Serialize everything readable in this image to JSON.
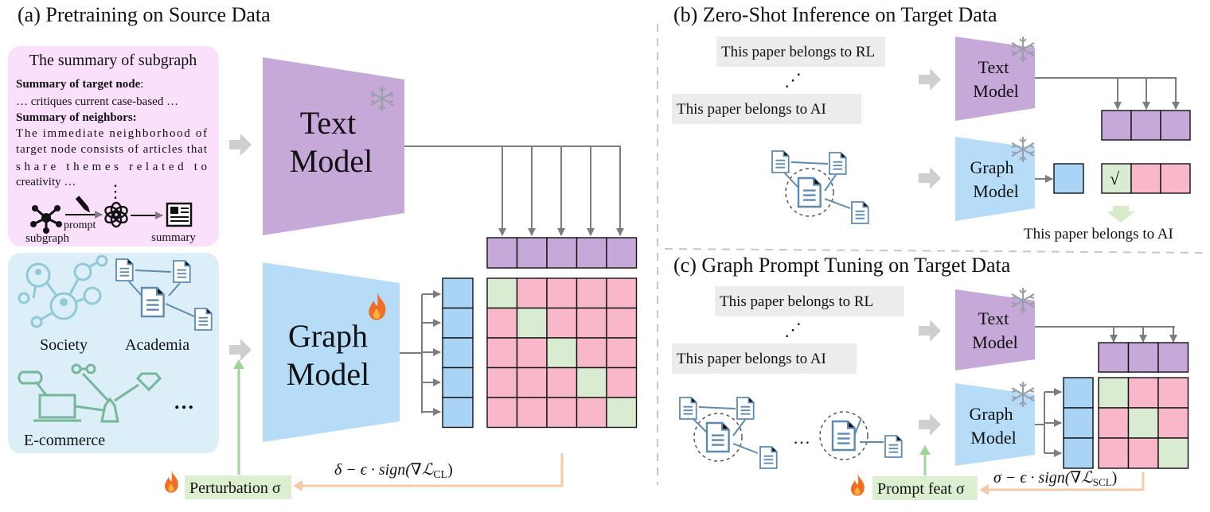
{
  "panels": {
    "a": {
      "title": "(a) Pretraining on Source Data",
      "summary_box": {
        "title": "The summary of subgraph",
        "target_heading": "Summary of target node",
        "target_colon": ":",
        "target_text": "… critiques current case-based …",
        "neighbors_heading": "Summary of neighbors:",
        "neighbors_lines": [
          "The immediate neighborhood of",
          "target node consists of articles that",
          "share themes related to",
          "creativity …"
        ],
        "subgraph_label": "subgraph",
        "prompt_label": "prompt",
        "summary_label": "summary",
        "vertical_dots": "⋮"
      },
      "source_box": {
        "society": "Society",
        "academia": "Academia",
        "ecommerce": "E-commerce",
        "ellipsis": "…"
      },
      "text_model": [
        "Text",
        "Model"
      ],
      "graph_model": [
        "Graph",
        "Model"
      ],
      "perturbation_label": "Perturbation σ",
      "update_formula": "δ − ϵ · sign(∇ℒ",
      "update_subscript": "CL",
      "update_close": ")"
    },
    "b": {
      "title": "(b) Zero-Shot Inference on Target Data",
      "prompt_top": "This paper belongs to RL",
      "prompt_bottom": "This paper belongs to AI",
      "dots": "⋰",
      "text_model": [
        "Text",
        "Model"
      ],
      "graph_model": [
        "Graph",
        "Model"
      ],
      "check": "√",
      "result": "This paper belongs to AI"
    },
    "c": {
      "title": "(c) Graph Prompt Tuning on Target Data",
      "prompt_top": "This paper belongs to RL",
      "prompt_bottom": "This paper belongs to AI",
      "dots": "⋰",
      "graph_ellipsis": "…",
      "text_model": [
        "Text",
        "Model"
      ],
      "graph_model": [
        "Graph",
        "Model"
      ],
      "prompt_feat_label": "Prompt feat σ",
      "update_formula": "σ − ϵ · sign(∇ℒ",
      "update_subscript": "SCL",
      "update_close": ")"
    }
  },
  "colors": {
    "summary_bg": "#fbe0fb",
    "source_bg": "#dceef8",
    "text_model": "#c6a8d9",
    "graph_model": "#b6dcf8",
    "embedding_purple": "#c6a8d9",
    "embedding_blue": "#a9d4f5",
    "match_green": "#d9ebd0",
    "mismatch_pink": "#f8b8c9",
    "label_green_bg": "#dcefd0",
    "feedback_arrow": "#f6c9a8",
    "up_arrow": "#9fd49a"
  }
}
